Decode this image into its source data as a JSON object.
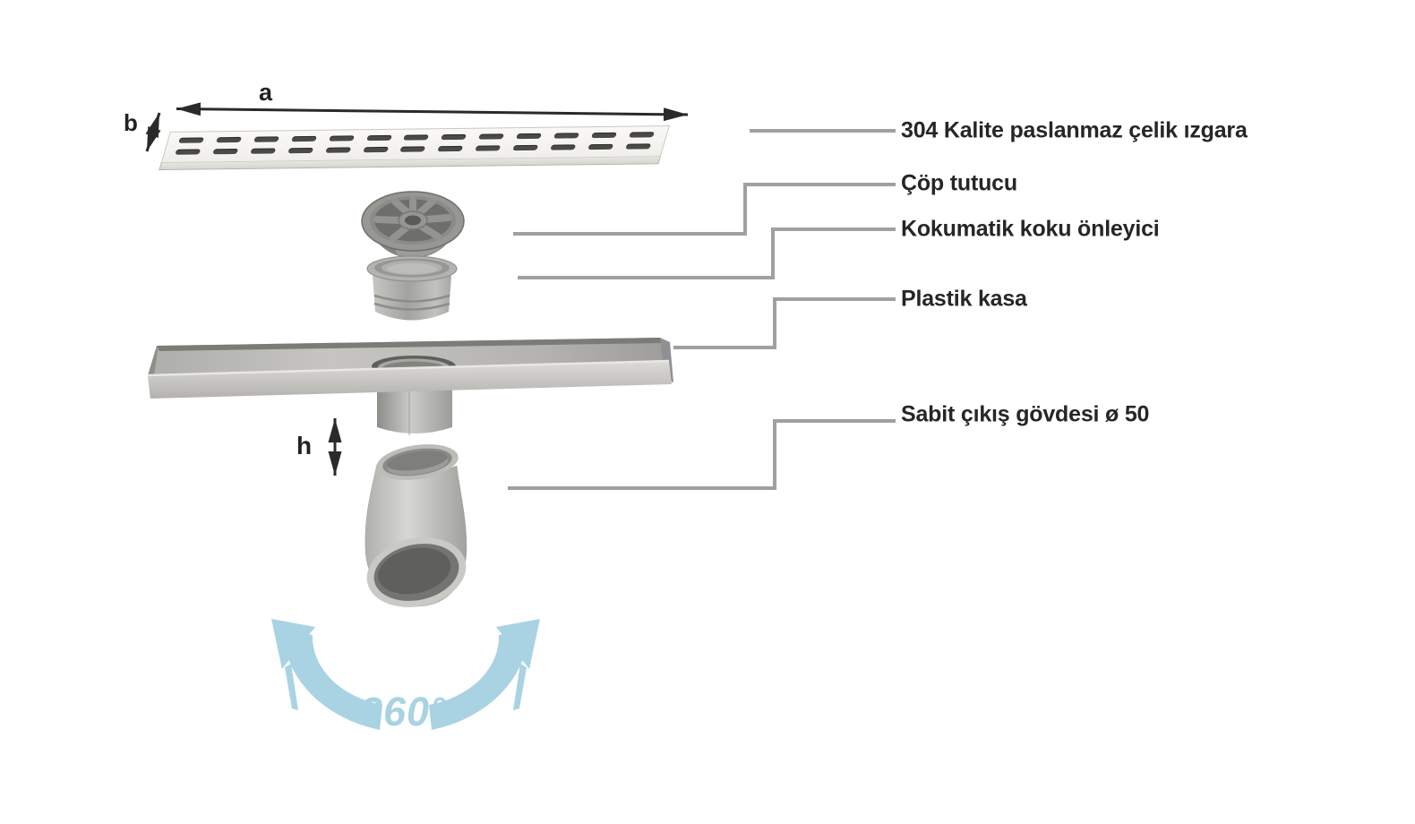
{
  "diagram": {
    "dims": {
      "a": "a",
      "b": "b",
      "h": "h"
    },
    "rotation": {
      "label": "360°"
    },
    "parts": [
      {
        "id": "grate",
        "label": "304 Kalite paslanmaz çelik ızgara"
      },
      {
        "id": "trash-catcher",
        "label": "Çöp tutucu"
      },
      {
        "id": "odor-trap",
        "label": "Kokumatik koku önleyici"
      },
      {
        "id": "plastic-case",
        "label": "Plastik kasa"
      },
      {
        "id": "outlet-body",
        "label": "Sabit çıkış gövdesi ø 50"
      }
    ],
    "grate": {
      "rows": 2,
      "slots_per_row": 13
    },
    "colors": {
      "leader_line": "#a0a0a0",
      "label_text": "#262626",
      "dimension_ink": "#2a2a2a",
      "accent_blue": "#a9d3e3"
    }
  }
}
